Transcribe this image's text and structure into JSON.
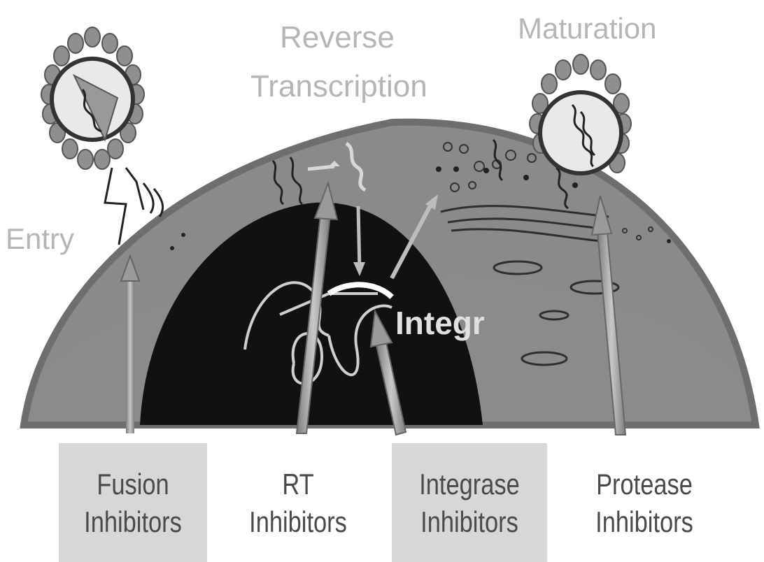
{
  "stages": {
    "entry": "Entry",
    "reverse_transcription_line1": "Reverse",
    "reverse_transcription_line2": "Transcription",
    "maturation": "Maturation",
    "integration": "Integr"
  },
  "drug_classes": [
    {
      "line1": "Fusion",
      "line2": "Inhibitors"
    },
    {
      "line1": "RT",
      "line2": "Inhibitors"
    },
    {
      "line1": "Integrase",
      "line2": "Inhibitors"
    },
    {
      "line1": "Protease",
      "line2": "Inhibitors"
    }
  ],
  "colors": {
    "cytoplasm": "#8a8a8a",
    "nucleus": "#111111",
    "virion": "#9a9a9a",
    "arrow": "#a8a8a8",
    "box": "#d7d7d7"
  },
  "icons": [
    "virion-icon",
    "mature-virion-icon",
    "rna-strand-icon",
    "dna-strand-icon"
  ]
}
